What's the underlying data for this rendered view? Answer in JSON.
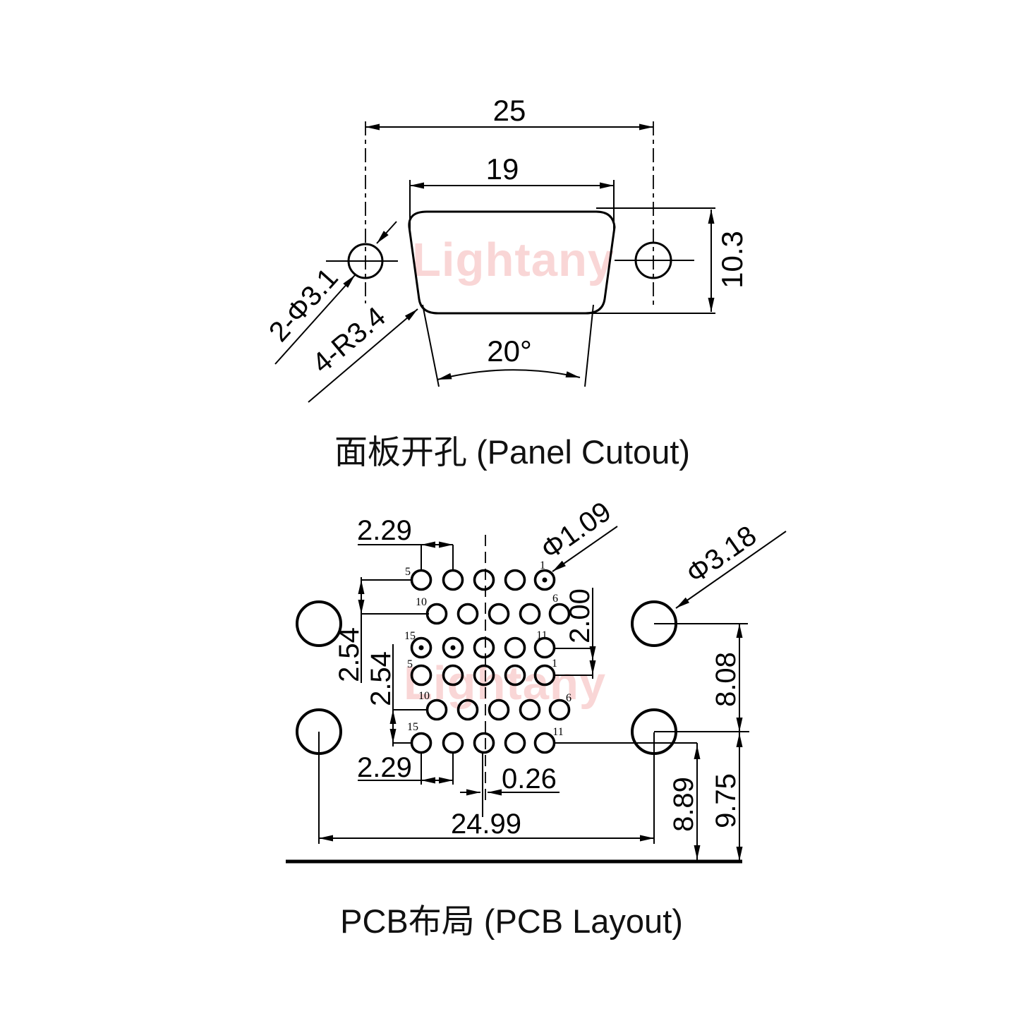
{
  "watermark": "Lightany",
  "panel_cutout": {
    "title": "面板开孔 (Panel Cutout)",
    "dim_outer_width": "25",
    "dim_inner_width": "19",
    "dim_height": "10.3",
    "dim_mount_holes": "2-Φ3.1",
    "dim_corner_radius": "4-R3.4",
    "dim_side_angle": "20°"
  },
  "pcb_layout": {
    "title": "PCB布局 (PCB Layout)",
    "dim_pin_pitch_top": "2.29",
    "dim_pin_diameter": "Φ1.09",
    "dim_mount_hole_diameter": "Φ3.18",
    "dim_row_spacing_upper": "2.54",
    "dim_row_spacing_lower": "2.54",
    "dim_connector_gap": "2.00",
    "dim_mount_hole_vertical": "8.08",
    "dim_pin_pitch_bottom": "2.29",
    "dim_center_offset": "0.26",
    "dim_pin_to_edge": "8.89",
    "dim_mount_to_edge": "9.75",
    "dim_mount_hole_horizontal": "24.99",
    "pin_labels": {
      "row1_left": "5",
      "row1_right": "1",
      "row2_left": "10",
      "row2_right": "6",
      "row3_left": "15",
      "row3_right": "11",
      "row4_left": "5",
      "row4_right": "1",
      "row5_left": "10",
      "row5_right": "6",
      "row6_left": "15",
      "row6_right": "11"
    }
  }
}
